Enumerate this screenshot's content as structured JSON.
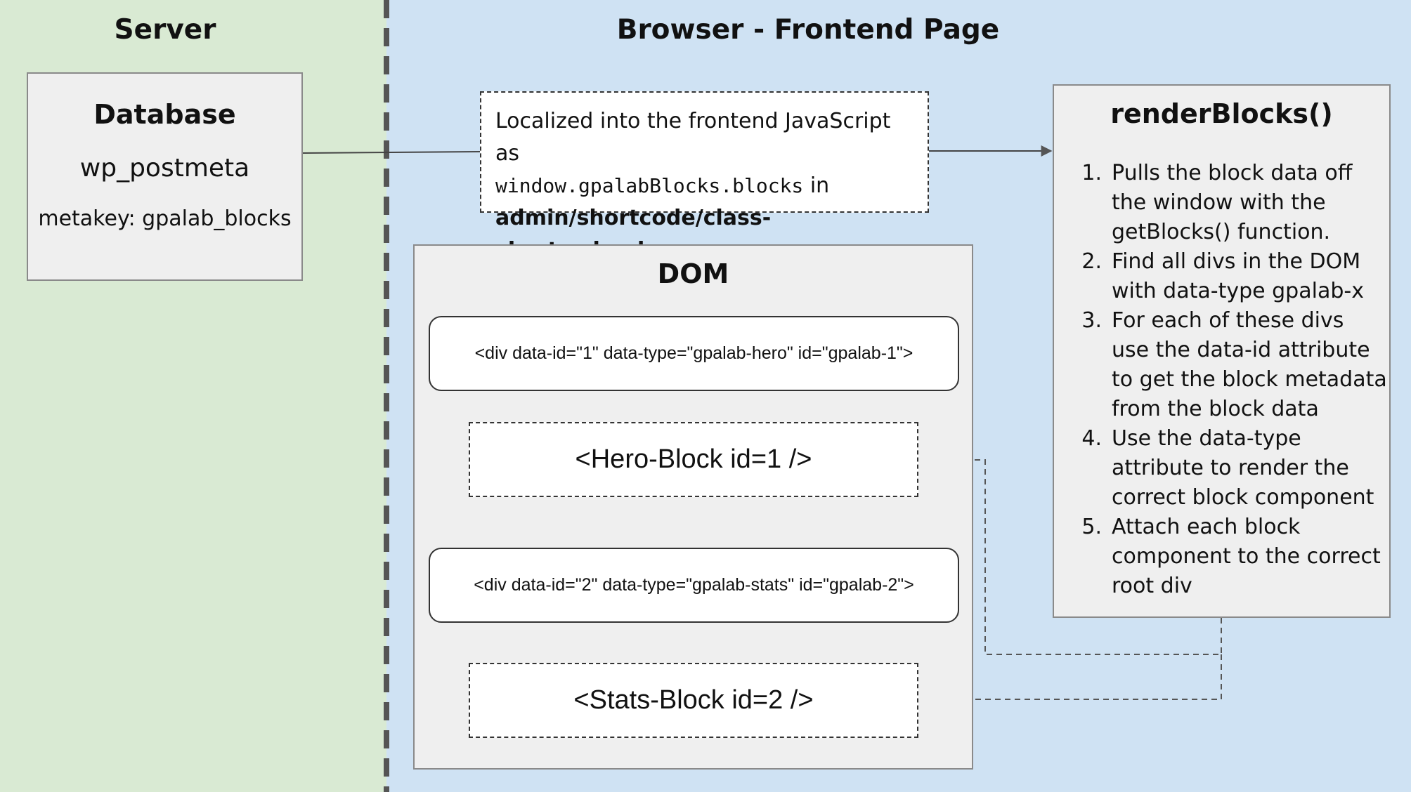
{
  "colors": {
    "server_bg": "#d9ead3",
    "browser_bg": "#cfe2f3",
    "box_bg": "#efefef",
    "border": "#8a8a8a",
    "divider": "#555555"
  },
  "server": {
    "title": "Server",
    "database": {
      "title": "Database",
      "table": "wp_postmeta",
      "metakey": "metakey: gpalab_blocks"
    }
  },
  "browser": {
    "title": "Browser - Frontend Page",
    "localized": {
      "text_before": "Localized into the frontend JavaScript as",
      "code": "window.gpalabBlocks.blocks",
      "text_in": "in",
      "file": "admin/shortcode/class-shortcode.php",
      "period": "."
    },
    "dom": {
      "title": "DOM",
      "div_hero": "<div data-id=\"1\" data-type=\"gpalab-hero\" id=\"gpalab-1\">",
      "hero_block": "<Hero-Block id=1 />",
      "div_stats": "<div data-id=\"2\" data-type=\"gpalab-stats\" id=\"gpalab-2\">",
      "stats_block": "<Stats-Block id=2 />"
    },
    "render_blocks": {
      "title": "renderBlocks()",
      "steps": [
        {
          "num": "1.",
          "text": "Pulls the block data off the window with the getBlocks() function."
        },
        {
          "num": "2.",
          "text": "Find all divs in the DOM with data-type gpalab-x"
        },
        {
          "num": "3.",
          "text": "For each of these divs use the data-id attribute to get the block metadata from the block data"
        },
        {
          "num": "4.",
          "text": "Use the data-type attribute to render the correct block component"
        },
        {
          "num": "5.",
          "text": "Attach each block component to the correct root div"
        }
      ]
    }
  }
}
